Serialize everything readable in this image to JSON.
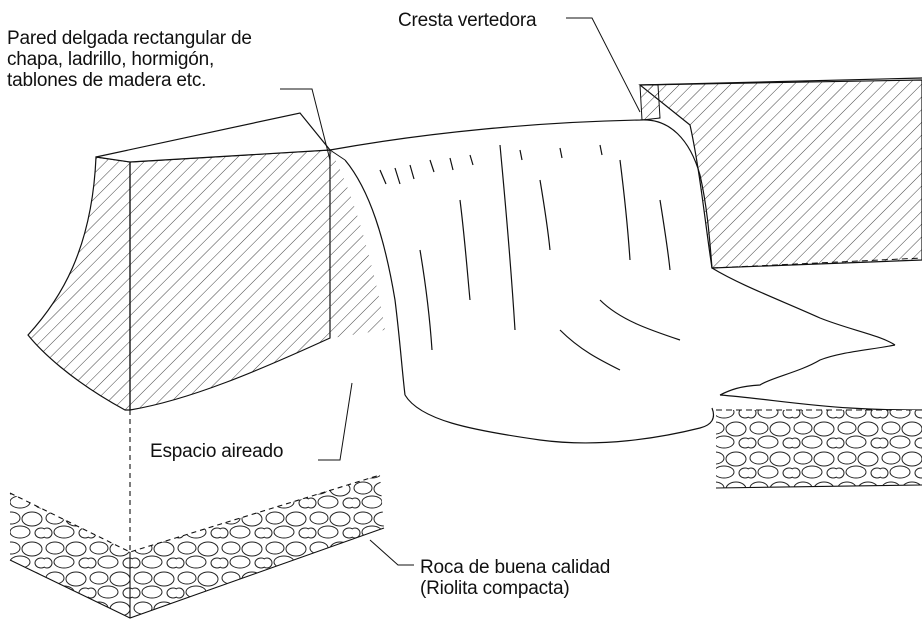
{
  "labels": {
    "wall": [
      "Pared delgada rectangular de",
      "chapa, ladrillo, hormigón,",
      "tablones de madera etc."
    ],
    "crest": "Cresta vertedora",
    "aerated_space": "Espacio aireado",
    "rock": [
      "Roca de buena calidad",
      "(Riolita compacta)"
    ]
  },
  "colors": {
    "line": "#111111",
    "hatch": "#444444",
    "background": "#ffffff"
  }
}
